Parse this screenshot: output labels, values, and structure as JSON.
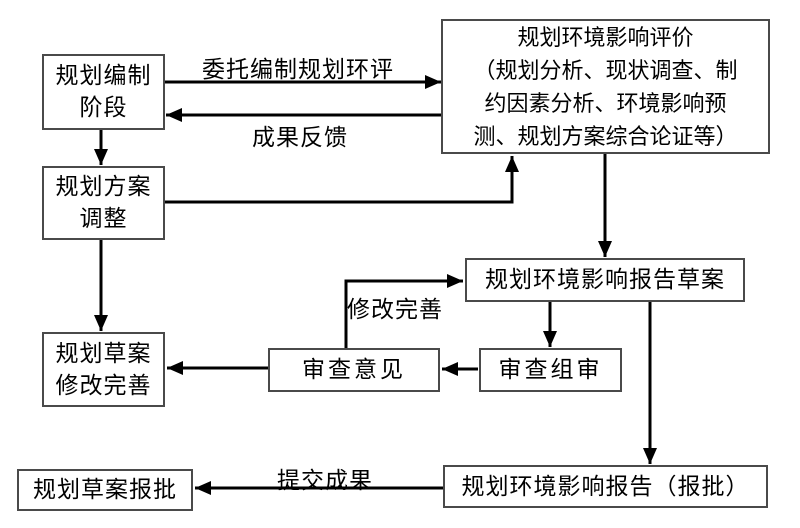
{
  "nodes": {
    "plan_stage": {
      "label": "规划编制\n阶段"
    },
    "plan_adjust": {
      "label": "规划方案\n调整"
    },
    "draft_revise": {
      "label": "规划草案\n修改完善"
    },
    "draft_approve": {
      "label": "规划草案报批"
    },
    "eia": {
      "label": "规划环境影响评价\n（规划分析、现状调查、制\n约因素分析、环境影响预\n测、规划方案综合论证等）"
    },
    "report_draft": {
      "label": "规划环境影响报告草案"
    },
    "review_panel": {
      "label": "审查组审"
    },
    "review_opinion": {
      "label": "审查意见"
    },
    "report_final": {
      "label": "规划环境影响报告（报批）"
    }
  },
  "edge_labels": {
    "commission": "委托编制规划环评",
    "feedback": "成果反馈",
    "revise": "修改完善",
    "submit": "提交成果"
  },
  "edges": [
    {
      "from": "plan_stage",
      "to": "eia",
      "label": "委托编制规划环评"
    },
    {
      "from": "eia",
      "to": "plan_stage",
      "label": "成果反馈"
    },
    {
      "from": "plan_stage",
      "to": "plan_adjust",
      "label": ""
    },
    {
      "from": "plan_adjust",
      "to": "eia",
      "label": ""
    },
    {
      "from": "plan_adjust",
      "to": "draft_revise",
      "label": ""
    },
    {
      "from": "eia",
      "to": "report_draft",
      "label": ""
    },
    {
      "from": "report_draft",
      "to": "review_panel",
      "label": ""
    },
    {
      "from": "review_panel",
      "to": "review_opinion",
      "label": ""
    },
    {
      "from": "review_opinion",
      "to": "draft_revise",
      "label": ""
    },
    {
      "from": "review_opinion",
      "to": "report_draft",
      "label": "修改完善"
    },
    {
      "from": "report_draft",
      "to": "report_final",
      "label": ""
    },
    {
      "from": "report_final",
      "to": "draft_approve",
      "label": "提交成果"
    }
  ],
  "colors": {
    "background": "#ffffff",
    "box_border": "#4a4a4a",
    "arrow": "#000000",
    "text": "#000000"
  }
}
